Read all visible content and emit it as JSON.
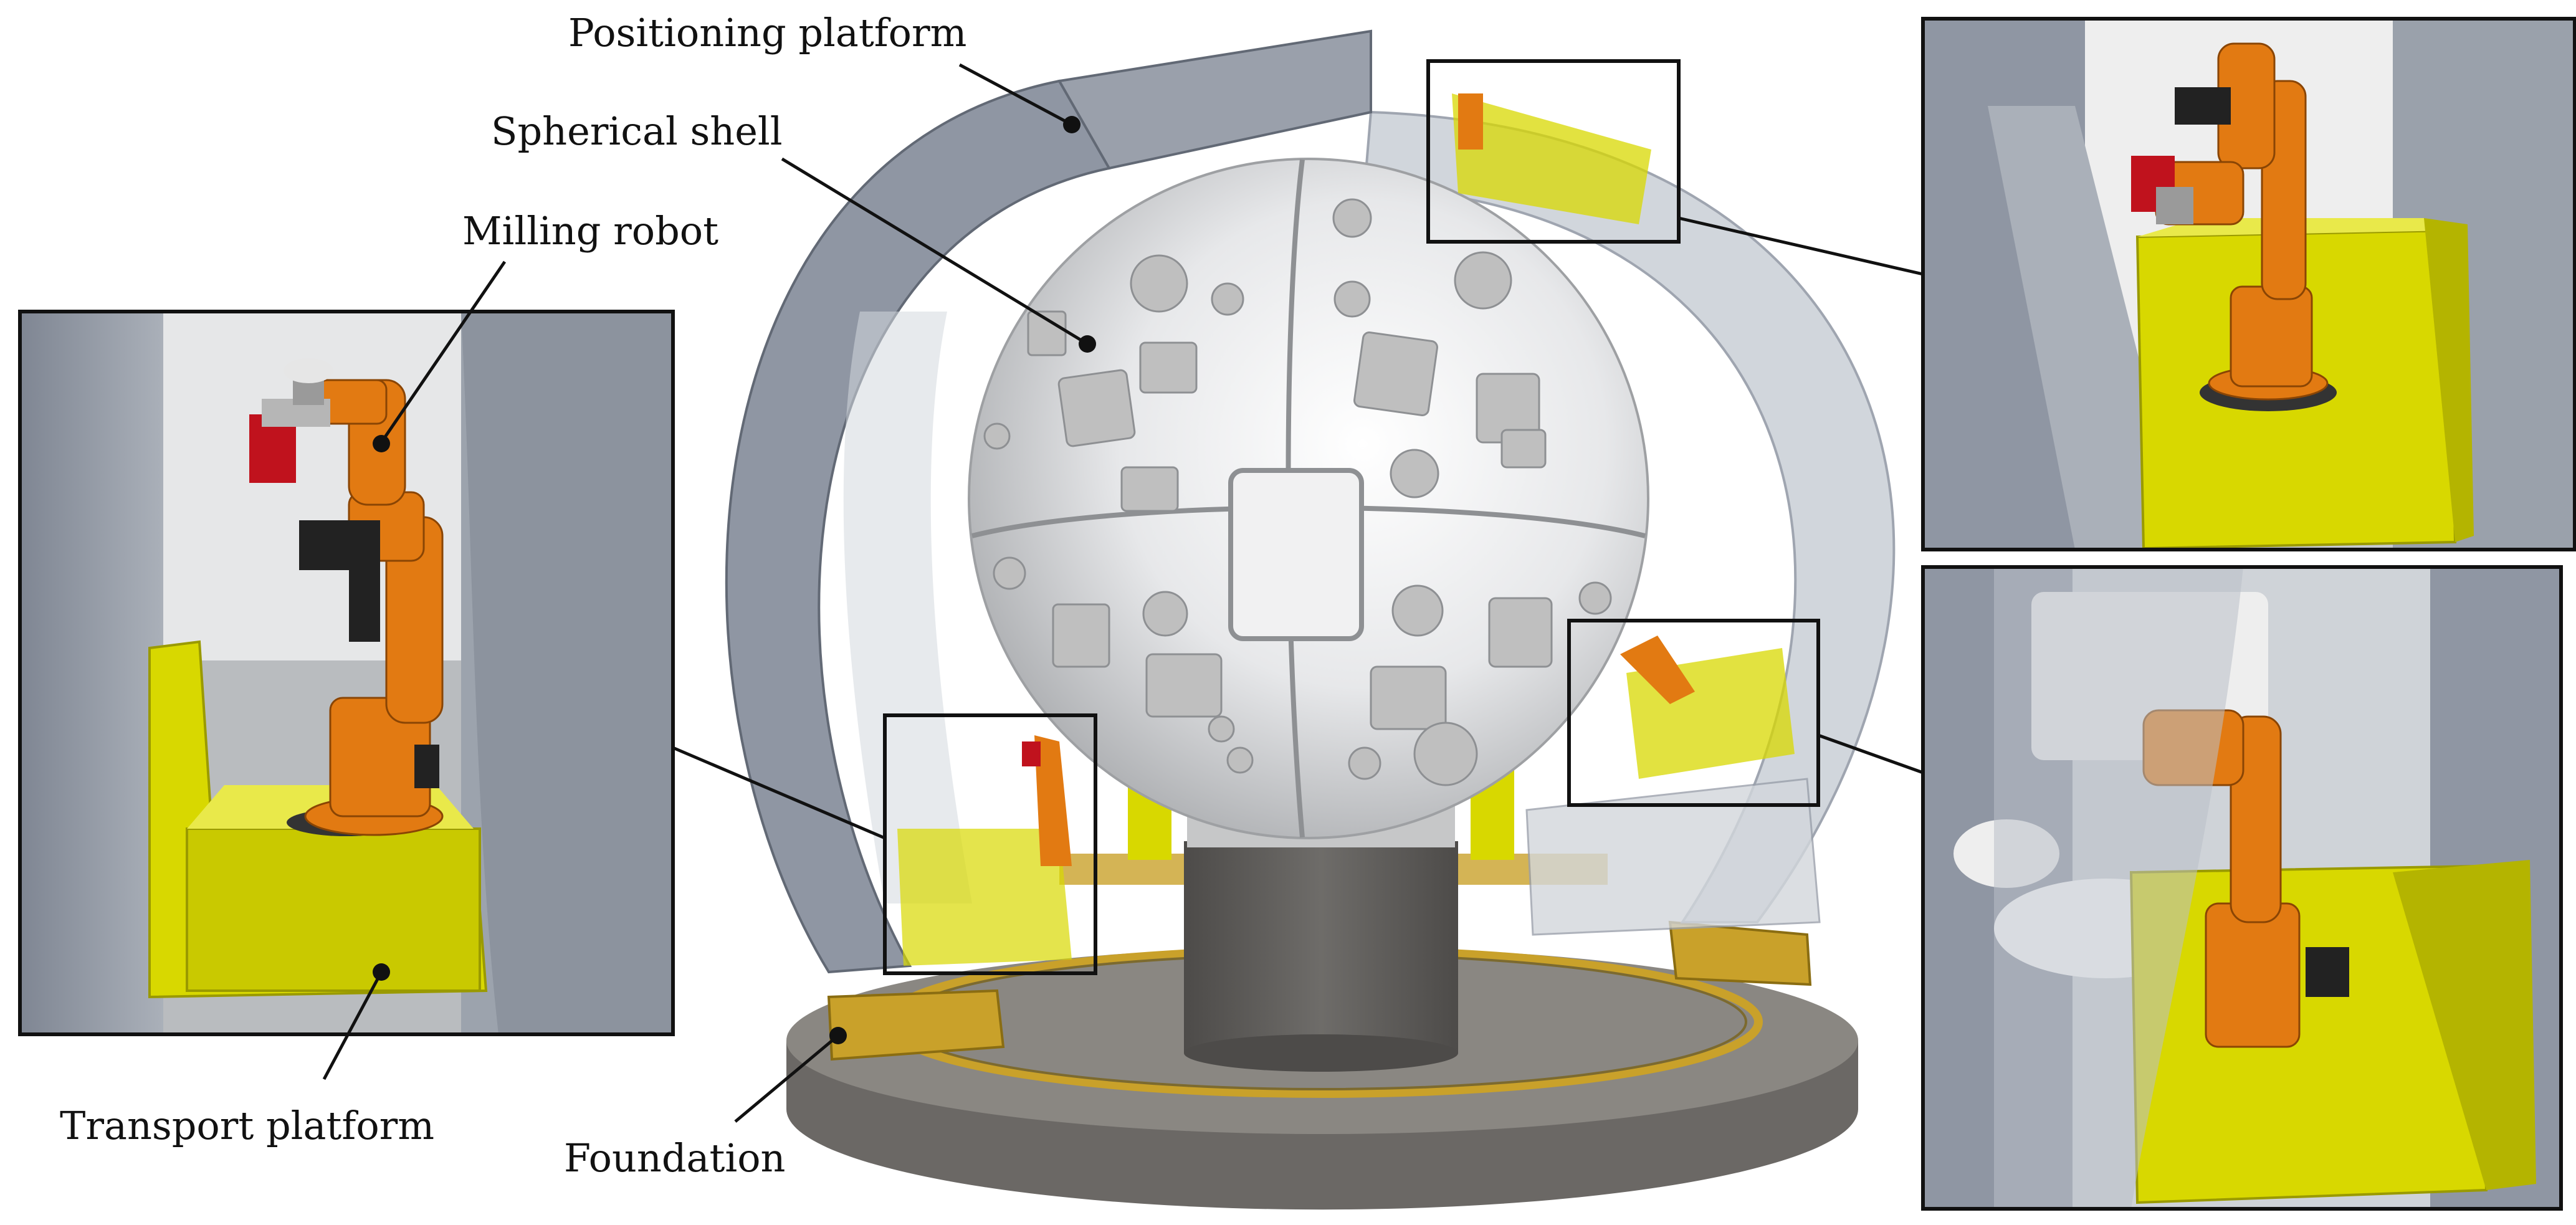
{
  "labels": {
    "positioning_platform": "Positioning platform",
    "spherical_shell": "Spherical shell",
    "milling_robot": "Milling robot",
    "transport_platform": "Transport platform",
    "foundation": "Foundation"
  },
  "colors": {
    "background": "#ffffff",
    "ring_gray": "#8f96a3",
    "ring_translucent": "#c9cfd6",
    "sphere_white": "#e7e8ea",
    "sphere_hole": "#bfbfbf",
    "robot_orange": "#e27a12",
    "platform_yellow": "#d8d800",
    "platform_yellow_dark": "#b4b400",
    "foundation_gray": "#6b6865",
    "foundation_top": "#8a8782",
    "pedestal": "#5f5d5a",
    "rail_gold": "#c9a12a",
    "gripper_red": "#c0121d",
    "frame_black": "#111111"
  }
}
